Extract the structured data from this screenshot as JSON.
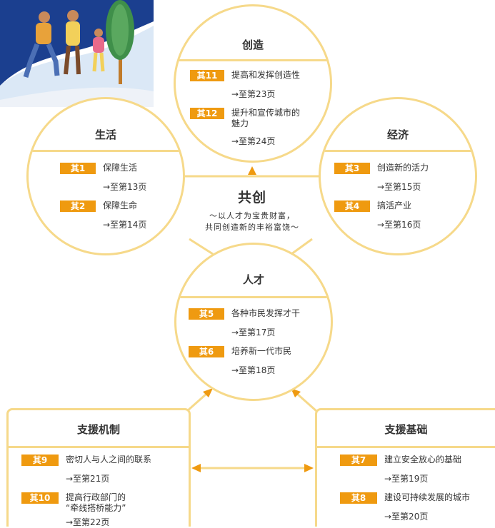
{
  "center": {
    "title": "共创",
    "subtitle": "～以人才为宝贵财富，\n共同创造新的丰裕富饶～"
  },
  "circles": {
    "chuangzao": {
      "title": "创造",
      "items": [
        {
          "badge": "其11",
          "label": "提高和发挥创造性",
          "ref": "→至第23页"
        },
        {
          "badge": "其12",
          "label": "提升和宣传城市的\n魅力",
          "ref": "→至第24页"
        }
      ]
    },
    "shenghuo": {
      "title": "生活",
      "items": [
        {
          "badge": "其1",
          "label": "保障生活",
          "ref": "→至第13页"
        },
        {
          "badge": "其2",
          "label": "保障生命",
          "ref": "→至第14页"
        }
      ]
    },
    "jingji": {
      "title": "经济",
      "items": [
        {
          "badge": "其3",
          "label": "创造新的活力",
          "ref": "→至第15页"
        },
        {
          "badge": "其4",
          "label": "搞活产业",
          "ref": "→至第16页"
        }
      ]
    },
    "rencai": {
      "title": "人才",
      "items": [
        {
          "badge": "其5",
          "label": "各种市民发挥才干",
          "ref": "→至第17页"
        },
        {
          "badge": "其6",
          "label": "培养新一代市民",
          "ref": "→至第18页"
        }
      ]
    }
  },
  "panels": {
    "zhiyuan_jizhi": {
      "title": "支援机制",
      "items": [
        {
          "badge": "其9",
          "label": "密切人与人之间的联系",
          "ref": "→至第21页"
        },
        {
          "badge": "其10",
          "label": "提高行政部门的\n“牵线搭桥能力”",
          "ref": "→至第22页"
        }
      ]
    },
    "zhiyuan_jichu": {
      "title": "支援基础",
      "items": [
        {
          "badge": "其7",
          "label": "建立安全放心的基础",
          "ref": "→至第19页"
        },
        {
          "badge": "其8",
          "label": "建设可持续发展的城市",
          "ref": "→至第20页"
        }
      ]
    }
  },
  "colors": {
    "accent": "#ef9a10",
    "line": "#f6d98a",
    "text": "#333333"
  }
}
